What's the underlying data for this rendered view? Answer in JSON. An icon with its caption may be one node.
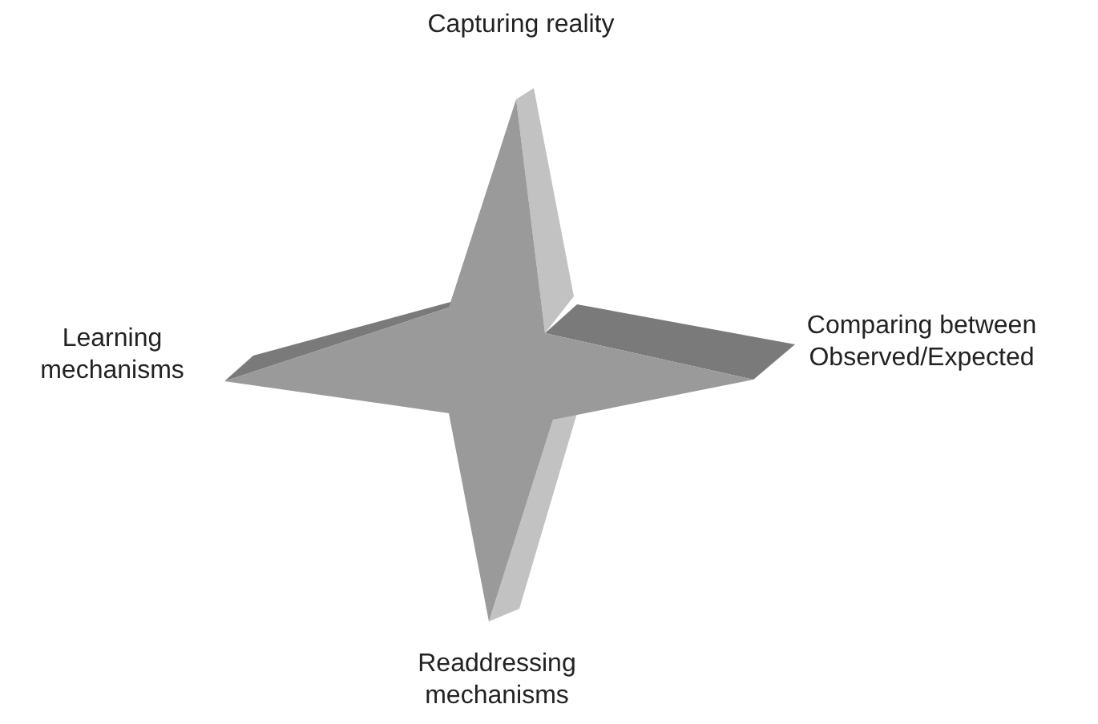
{
  "diagram": {
    "labels": [
      "Capturing reality",
      "Learning mechanisms",
      "Comparing between Observed/Expected",
      "Readdressing mechanisms"
    ]
  }
}
